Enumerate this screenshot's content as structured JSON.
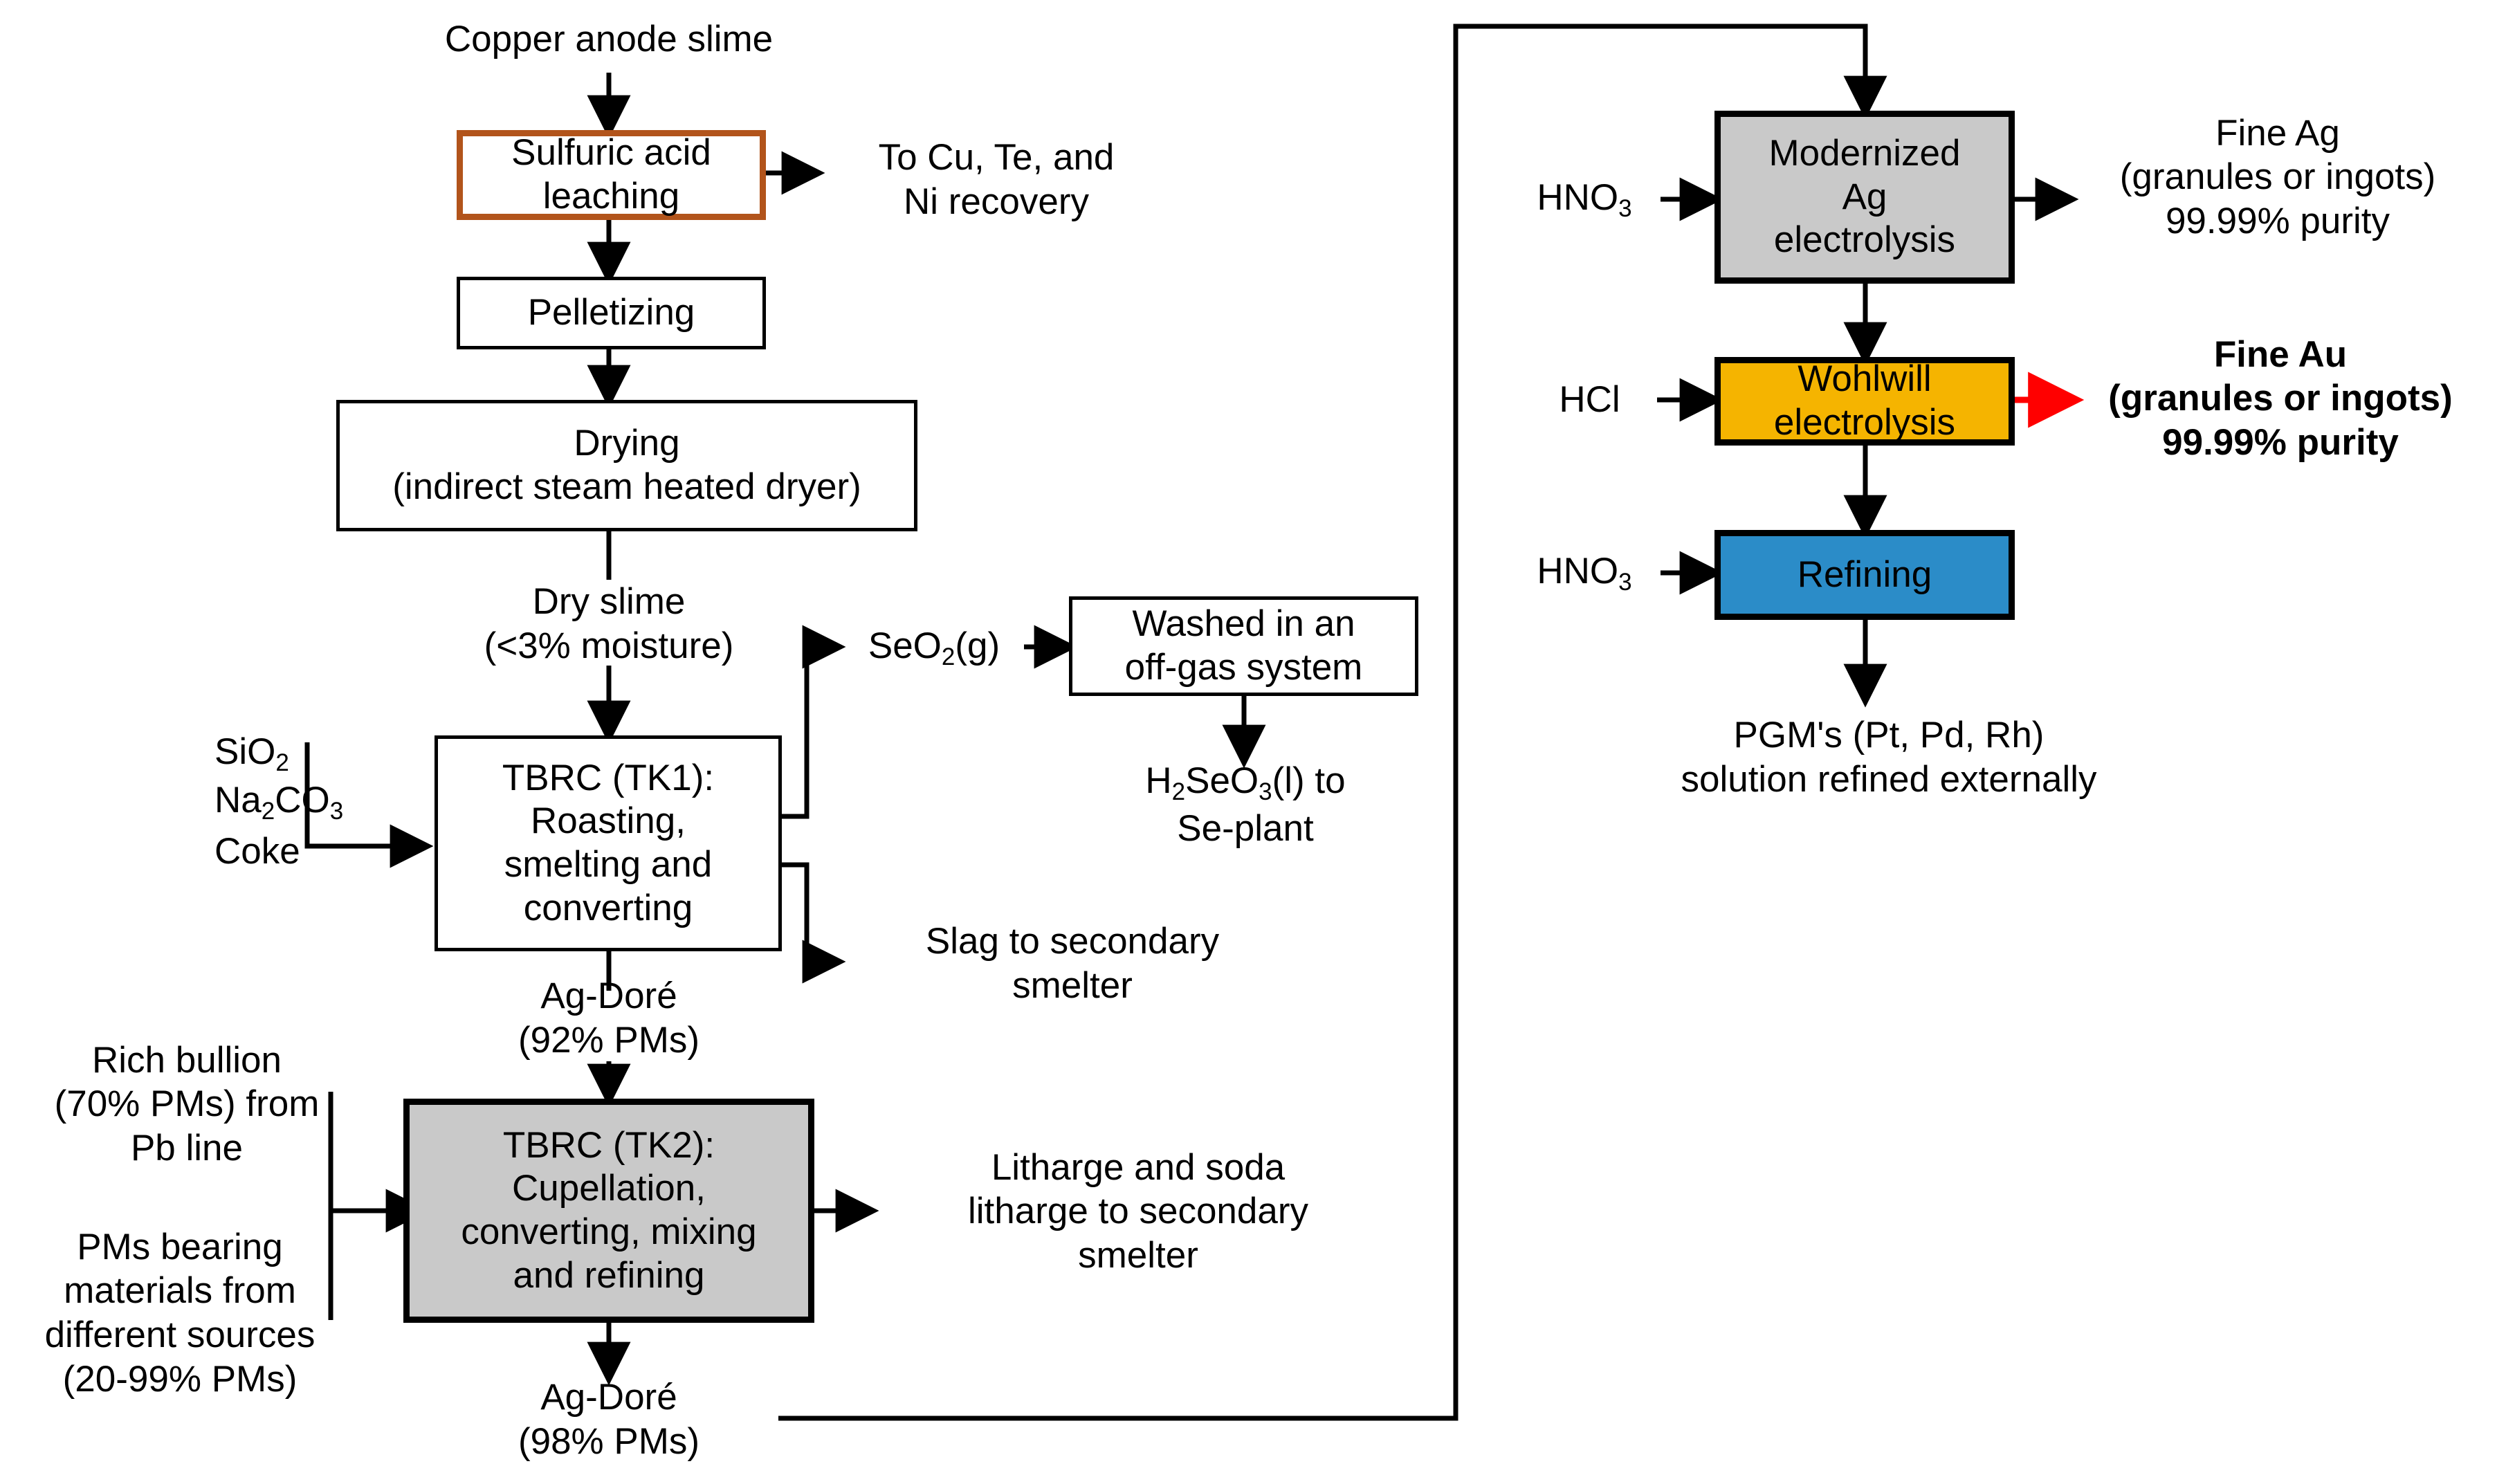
{
  "diagram": {
    "title": "Precious metals refining flowsheet",
    "palette": {
      "orange_border": "#b2541b",
      "grey_fill": "#c9c9c9",
      "gold_fill": "#f5b400",
      "blue_fill": "#2b8cc8",
      "red_arrow": "#ff0000",
      "line": "#000000"
    }
  },
  "nodes": {
    "sulfuric_acid_leaching": "Sulfuric acid\nleaching",
    "pelletizing": "Pelletizing",
    "drying": "Drying\n(indirect steam heated dryer)",
    "tbrc_tk1": "TBRC (TK1):\nRoasting,\nsmelting and\nconverting",
    "washed_offgas": "Washed in an\noff-gas system",
    "tbrc_tk2": "TBRC (TK2):\nCupellation,\nconverting, mixing\nand refining",
    "modernized_ag_electrolysis": "Modernized\nAg\nelectrolysis",
    "wohlwill_electrolysis": "Wohlwill\nelectrolysis",
    "refining": "Refining"
  },
  "labels": {
    "copper_anode_slime": "Copper anode slime",
    "to_cu_te_ni": "To Cu, Te, and\nNi recovery",
    "dry_slime": "Dry slime\n(<3% moisture)",
    "feed_sio2": "SiO2",
    "feed_na2co3": "Na2CO3",
    "feed_coke": "Coke",
    "seo2_gas": "SeO2(g)",
    "h2seo3_to_se_plant": "H2SeO3(l) to\nSe-plant",
    "slag_to_secondary_smelter": "Slag to secondary\nsmelter",
    "ag_dore_92": "Ag-Doré\n(92% PMs)",
    "rich_bullion": "Rich bullion\n(70% PMs) from\nPb  line",
    "pms_bearing_materials": "PMs bearing\nmaterials from\ndifferent sources\n(20-99% PMs)",
    "litharge_soda": "Litharge and soda\nlitharge to secondary\nsmelter",
    "ag_dore_98": "Ag-Doré\n(98% PMs)",
    "hno3_ag": "HNO3",
    "hcl": "HCl",
    "hno3_refining": "HNO3",
    "fine_ag": "Fine Ag\n(granules or ingots)\n99.99% purity",
    "fine_au": "Fine Au\n(granules or ingots)\n99.99% purity",
    "pgms": "PGM's (Pt, Pd, Rh)\nsolution refined externally"
  }
}
